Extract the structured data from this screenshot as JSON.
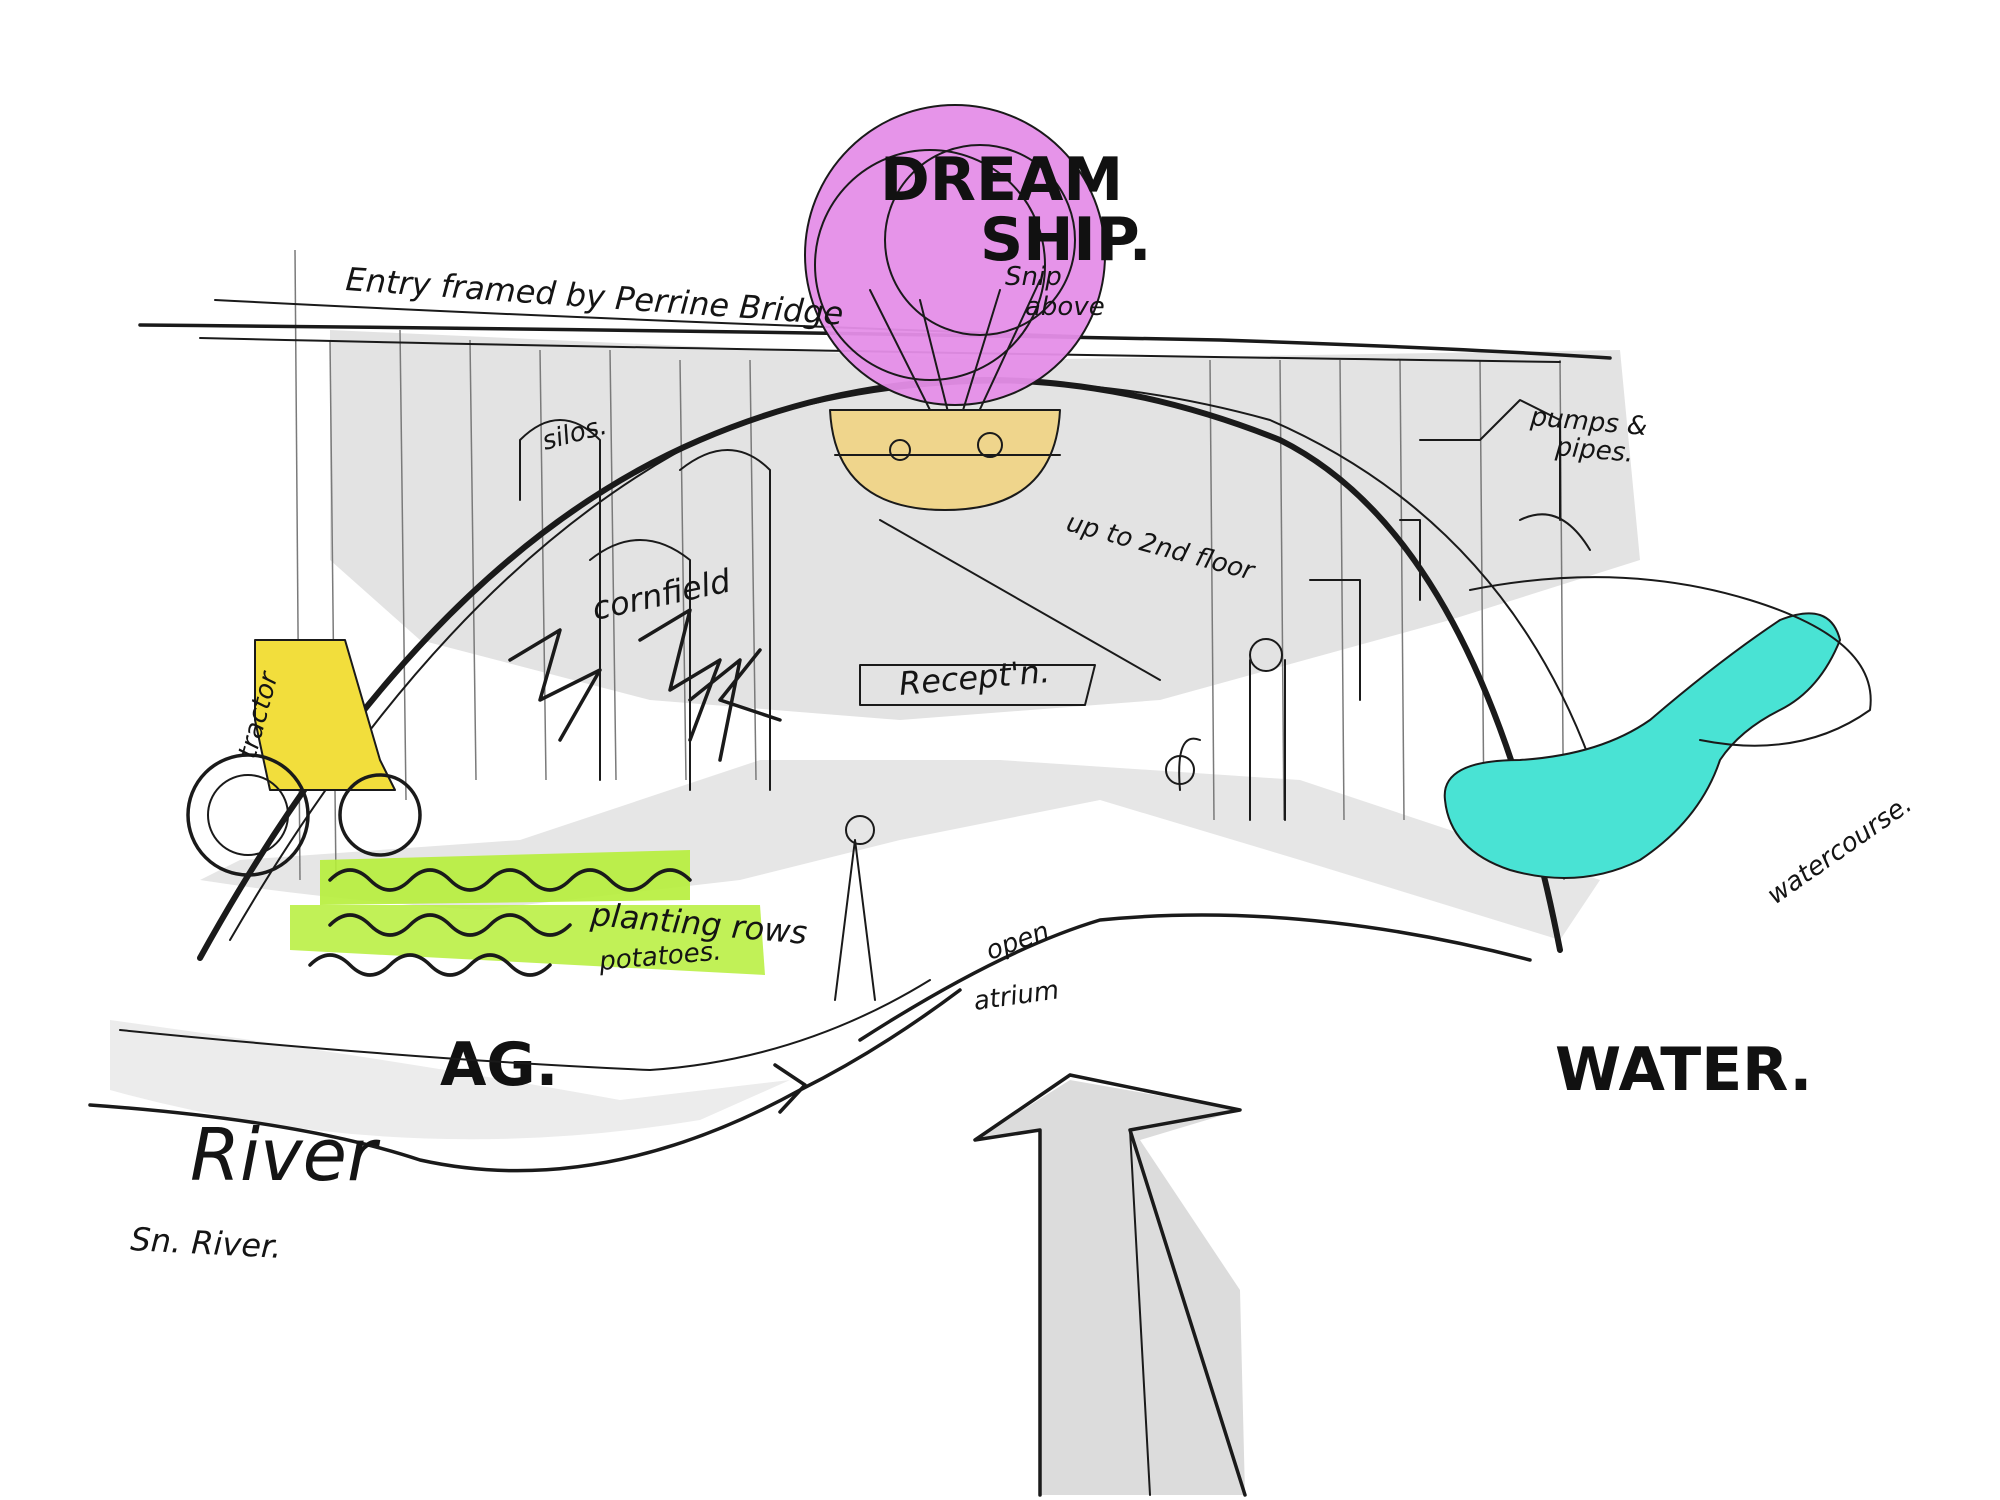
{
  "colors": {
    "dream_ship": "#e58ee8",
    "cafe_bowl": "#efd58c",
    "tractor": "#f2de3c",
    "planting": "#b6ee3a",
    "water": "#49e3d4",
    "wash": "#e3e3e3",
    "ink": "#1a1a1a"
  },
  "labels": {
    "dream_ship_1": "DREAM",
    "dream_ship_2": "SHIP.",
    "dream_ship_sub_1": "Snip",
    "dream_ship_sub_2": "above",
    "entry": "Entry framed by Perrine Bridge",
    "silos": "silos.",
    "cornfield": "cornfield",
    "tractor": "tractor",
    "up_to_2nd_floor": "up to 2nd floor",
    "reception": "Recept'n.",
    "pumps_pipes_1": "pumps &",
    "pumps_pipes_2": "pipes.",
    "planting_rows": "planting rows",
    "potatoes": "potatoes.",
    "open_atrium_1": "open",
    "open_atrium_2": "atrium",
    "watercourse": "watercourse.",
    "ag": "AG.",
    "water": "WATER.",
    "river": "River",
    "snake_river": "Sn. River."
  },
  "icons": [
    "entry-arrow-icon",
    "river-arrow-icon",
    "tractor-icon",
    "dream-ship-balloon-icon",
    "person-figure-icon"
  ]
}
